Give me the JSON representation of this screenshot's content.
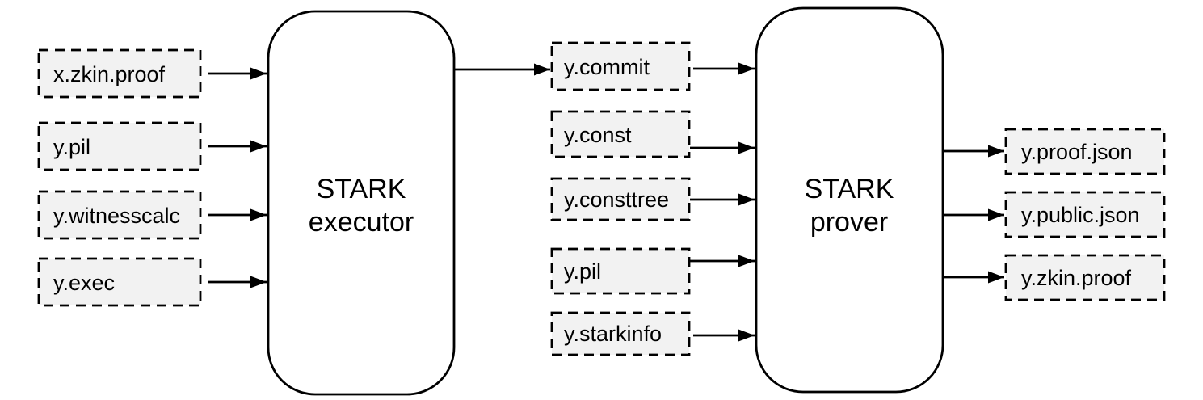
{
  "diagram": {
    "executor": {
      "label_line1": "STARK",
      "label_line2": "executor"
    },
    "prover": {
      "label_line1": "STARK",
      "label_line2": "prover"
    },
    "executor_inputs": [
      {
        "label": "x.zkin.proof"
      },
      {
        "label": "y.pil"
      },
      {
        "label": "y.witnesscalc"
      },
      {
        "label": "y.exec"
      }
    ],
    "prover_inputs": [
      {
        "label": "y.commit"
      },
      {
        "label": "y.const"
      },
      {
        "label": "y.consttree"
      },
      {
        "label": "y.pil"
      },
      {
        "label": "y.starkinfo"
      }
    ],
    "prover_outputs": [
      {
        "label": "y.proof.json"
      },
      {
        "label": "y.public.json"
      },
      {
        "label": "y.zkin.proof"
      }
    ],
    "colors": {
      "background": "#ffffff",
      "file_box_fill": "#f2f2f2",
      "box_border": "#000000",
      "process_box_fill": "#ffffff",
      "arrow": "#000000"
    }
  }
}
